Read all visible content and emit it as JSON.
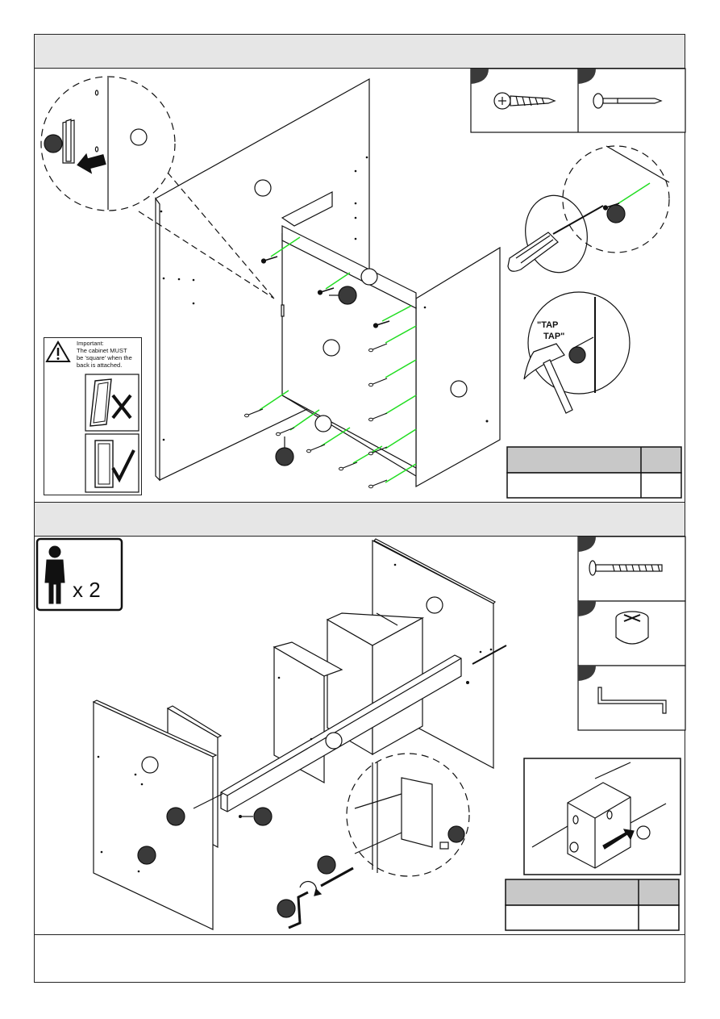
{
  "step1": {
    "warning": {
      "title": "Important:",
      "line1": "The cabinet MUST",
      "line2": "be 'square' when the",
      "line3": "back is attached."
    },
    "tap_label_1": "\"TAP",
    "tap_label_2": "TAP\"",
    "hardware": [
      "screw-icon",
      "nail-icon"
    ],
    "qty_table": {
      "rows": 2,
      "cols": 2
    }
  },
  "step2": {
    "people_count": "x 2",
    "hardware": [
      "bolt-icon",
      "cam-lock-icon",
      "allen-key-icon"
    ],
    "qty_table": {
      "rows": 2,
      "cols": 2
    }
  },
  "colors": {
    "header_bg": "#e6e6e6",
    "guide_line": "#22dd22",
    "badge": "#3a3a3a",
    "table_head": "#c8c8c8"
  }
}
